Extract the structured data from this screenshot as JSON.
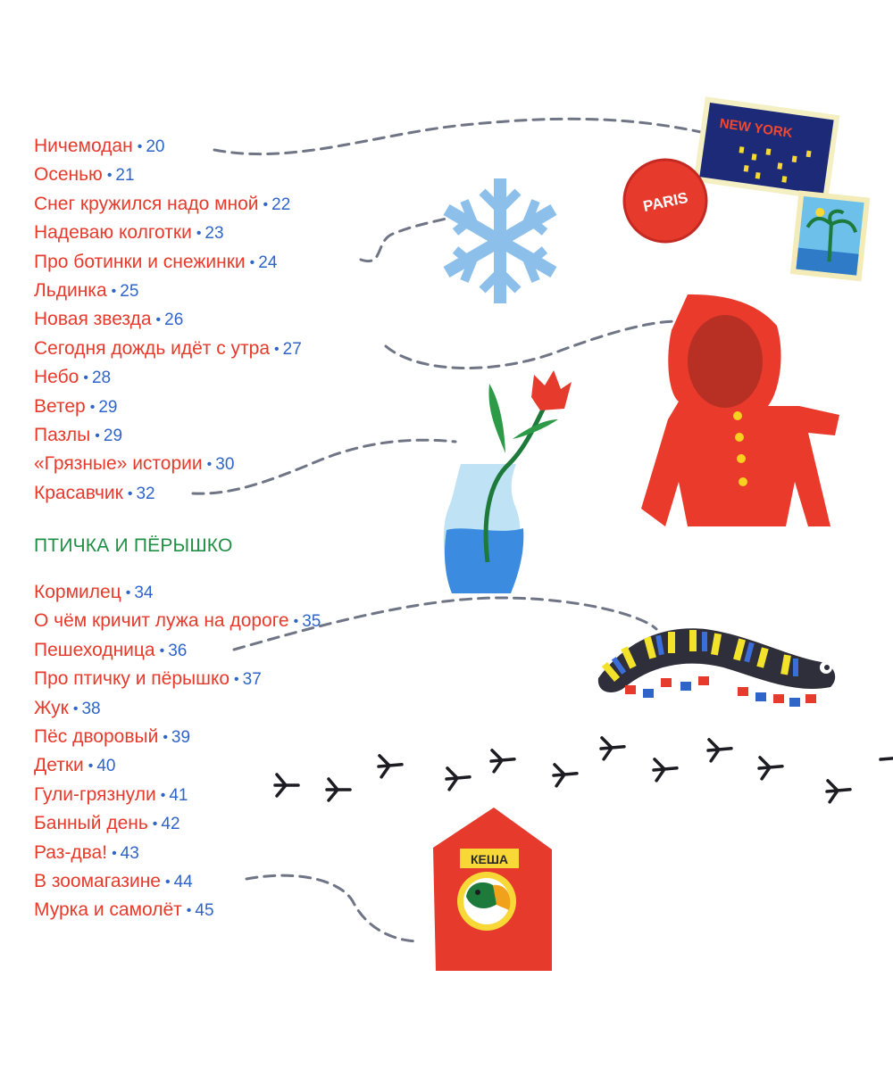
{
  "contents_part1": [
    {
      "title": "Ничемодан",
      "page": "20"
    },
    {
      "title": "Осенью",
      "page": "21"
    },
    {
      "title": "Снег кружился надо мной",
      "page": "22"
    },
    {
      "title": "Надеваю колготки",
      "page": "23"
    },
    {
      "title": "Про ботинки и снежинки",
      "page": "24"
    },
    {
      "title": "Льдинка",
      "page": "25"
    },
    {
      "title": "Новая звезда",
      "page": "26"
    },
    {
      "title": "Сегодня дождь идёт с утра",
      "page": "27"
    },
    {
      "title": "Небо",
      "page": "28"
    },
    {
      "title": "Ветер",
      "page": "29"
    },
    {
      "title": "Пазлы",
      "page": "29"
    },
    {
      "title": "«Грязные» истории",
      "page": "30"
    },
    {
      "title": "Красавчик",
      "page": "32"
    }
  ],
  "section_heading": "ПТИЧКА И ПЁРЫШКО",
  "contents_part2": [
    {
      "title": "Кормилец",
      "page": "34"
    },
    {
      "title": "О чём кричит лужа на дороге",
      "page": "35"
    },
    {
      "title": "Пешеходница",
      "page": "36"
    },
    {
      "title": "Про птичку и пёрышко",
      "page": "37"
    },
    {
      "title": "Жук",
      "page": "38"
    },
    {
      "title": "Пёс дворовый",
      "page": "39"
    },
    {
      "title": "Детки",
      "page": "40"
    },
    {
      "title": "Гули-грязнули",
      "page": "41"
    },
    {
      "title": "Банный день",
      "page": "42"
    },
    {
      "title": "Раз-два!",
      "page": "43"
    },
    {
      "title": "В зоомагазине",
      "page": "44"
    },
    {
      "title": "Мурка и самолёт",
      "page": "45"
    }
  ],
  "illustrations": {
    "stamp_new_york_text": "NEW YORK",
    "badge_paris_text": "PARIS",
    "birdhouse_sign_text": "КЕША"
  },
  "colors": {
    "title_red": "#e63a2c",
    "page_blue": "#2f64c8",
    "heading_green": "#1f8f45",
    "dash_gray": "#6f7585"
  }
}
